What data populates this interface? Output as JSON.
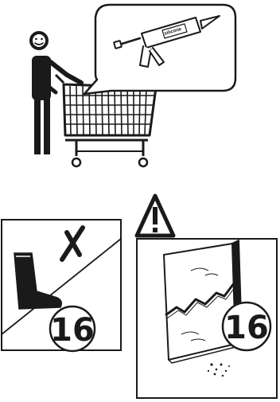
{
  "illustration": {
    "tube_label": "silicone",
    "panels": [
      {
        "name": "floor-panel",
        "number": "16"
      },
      {
        "name": "wall-panel",
        "number": "16"
      }
    ],
    "icons": {
      "person": "shopper-icon",
      "cart": "shopping-cart-icon",
      "bubble": "speech-bubble-icon",
      "caulk_gun": "caulking-gun-icon",
      "warning": "warning-triangle-icon",
      "boot": "boot-icon",
      "cross": "cross-mark-icon",
      "crack": "cracked-wall-icon"
    },
    "colors": {
      "ink": "#1a1a1a",
      "paper": "#ffffff"
    }
  }
}
